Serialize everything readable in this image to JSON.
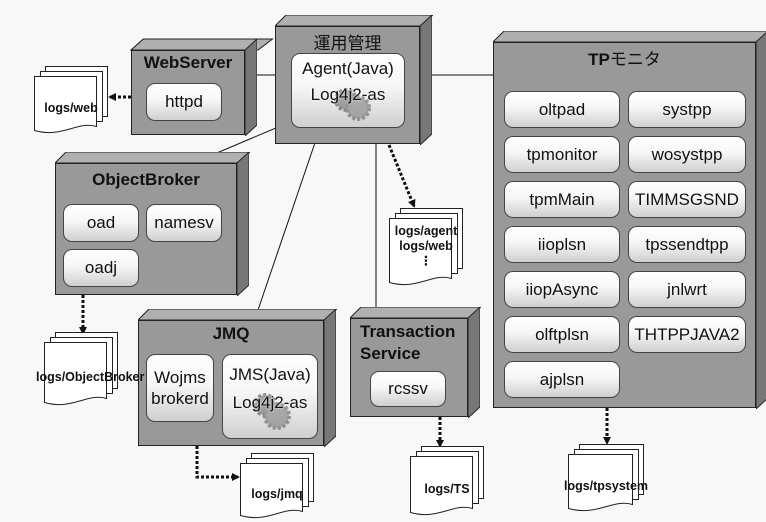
{
  "nodes": {
    "webserver": {
      "title": "WebServer",
      "components": [
        "httpd"
      ]
    },
    "ops": {
      "title": "運用管理",
      "agent_label": "Agent(Java)",
      "log_label": "Log4j2-as"
    },
    "tpmonitor": {
      "title_bold": "TP",
      "title_rest": "モニタ",
      "components": [
        "oltpad",
        "systpp",
        "tpmonitor",
        "wosystpp",
        "tpmMain",
        "TIMMSGSND",
        "iioplsn",
        "tpssendtpp",
        "iiopAsync",
        "jnlwrt",
        "olftplsn",
        "THTPPJAVA2",
        "ajplsn"
      ]
    },
    "objectbroker": {
      "title": "ObjectBroker",
      "components": [
        "oad",
        "namesv",
        "oadj"
      ]
    },
    "jmq": {
      "title": "JMQ",
      "broker_line1": "Wojms",
      "broker_line2": "brokerd",
      "jms_label": "JMS(Java)",
      "log_label": "Log4j2-as"
    },
    "ts": {
      "title_line1": "Transaction",
      "title_line2": "Service",
      "components": [
        "rcssv"
      ]
    }
  },
  "logs": {
    "web": "logs/web",
    "agent_line1": "logs/agent",
    "agent_line2": "logs/web",
    "agent_more": "⋮",
    "objectbroker": "logs/ObjectBroker",
    "jmq": "logs/jmq",
    "ts": "logs/TS",
    "tpsystem": "logs/tpsystem"
  },
  "icons": {
    "log_engine": "gears-icon",
    "log_output": "dotted-arrow"
  },
  "colors": {
    "node_face": "#999999",
    "node_top": "#b0b0b0",
    "node_side": "#777777",
    "background": "#f8f8f8"
  }
}
